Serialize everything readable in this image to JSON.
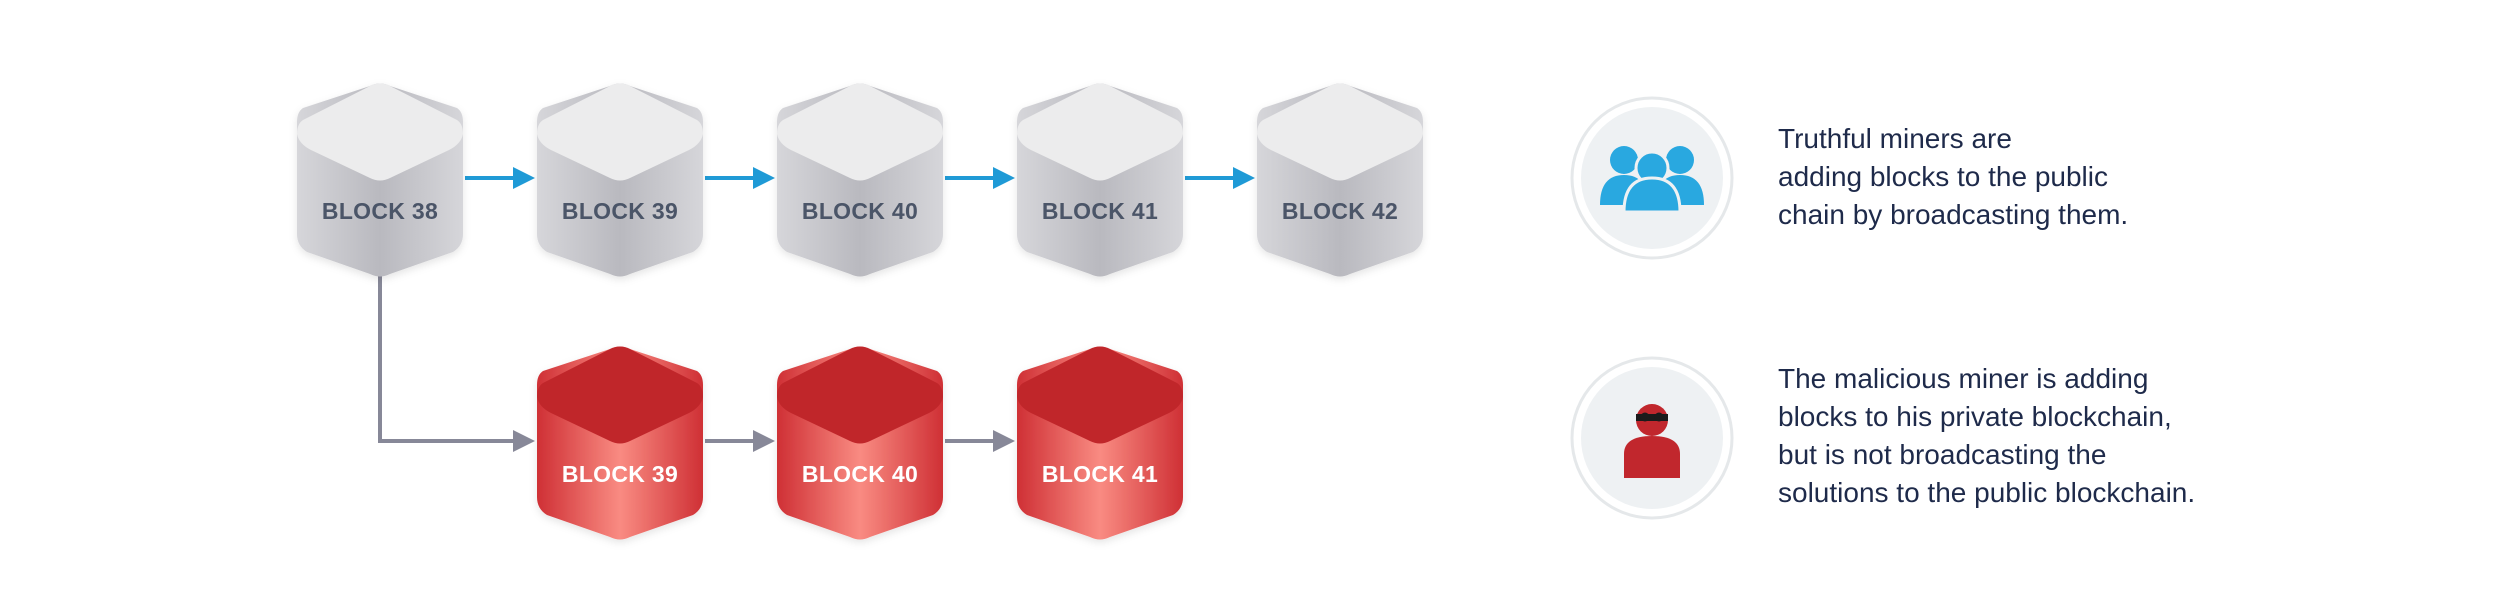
{
  "colors": {
    "public_block_top": "#ececed",
    "public_block_side_light": "#d6d6da",
    "public_block_side_dark": "#b9b9bf",
    "public_label": "#4b5567",
    "public_arrow": "#1f9ad6",
    "private_block_top": "#c0262c",
    "private_block_side_light": "#f98b82",
    "private_block_side_dark": "#cf3035",
    "private_label": "#ffffff",
    "private_arrow": "#878898",
    "legend_text": "#1e2a4a",
    "legend_circle": "#eef1f3",
    "truthful_icon": "#29a8e0",
    "malicious_icon": "#c1272d"
  },
  "public_chain": {
    "blocks": [
      {
        "label": "BLOCK 38"
      },
      {
        "label": "BLOCK 39"
      },
      {
        "label": "BLOCK 40"
      },
      {
        "label": "BLOCK 41"
      },
      {
        "label": "BLOCK 42"
      }
    ]
  },
  "private_chain": {
    "blocks": [
      {
        "label": "BLOCK 39"
      },
      {
        "label": "BLOCK 40"
      },
      {
        "label": "BLOCK 41"
      }
    ]
  },
  "legend": {
    "truthful": {
      "icon": "group-of-users-icon",
      "lines": [
        "Truthful miners are",
        "adding blocks to the public",
        "chain by broadcasting them."
      ]
    },
    "malicious": {
      "icon": "masked-miner-icon",
      "lines": [
        "The malicious miner is adding",
        "blocks to his private blockchain,",
        "but is not broadcasting the",
        "solutions to the public blockchain."
      ]
    }
  }
}
